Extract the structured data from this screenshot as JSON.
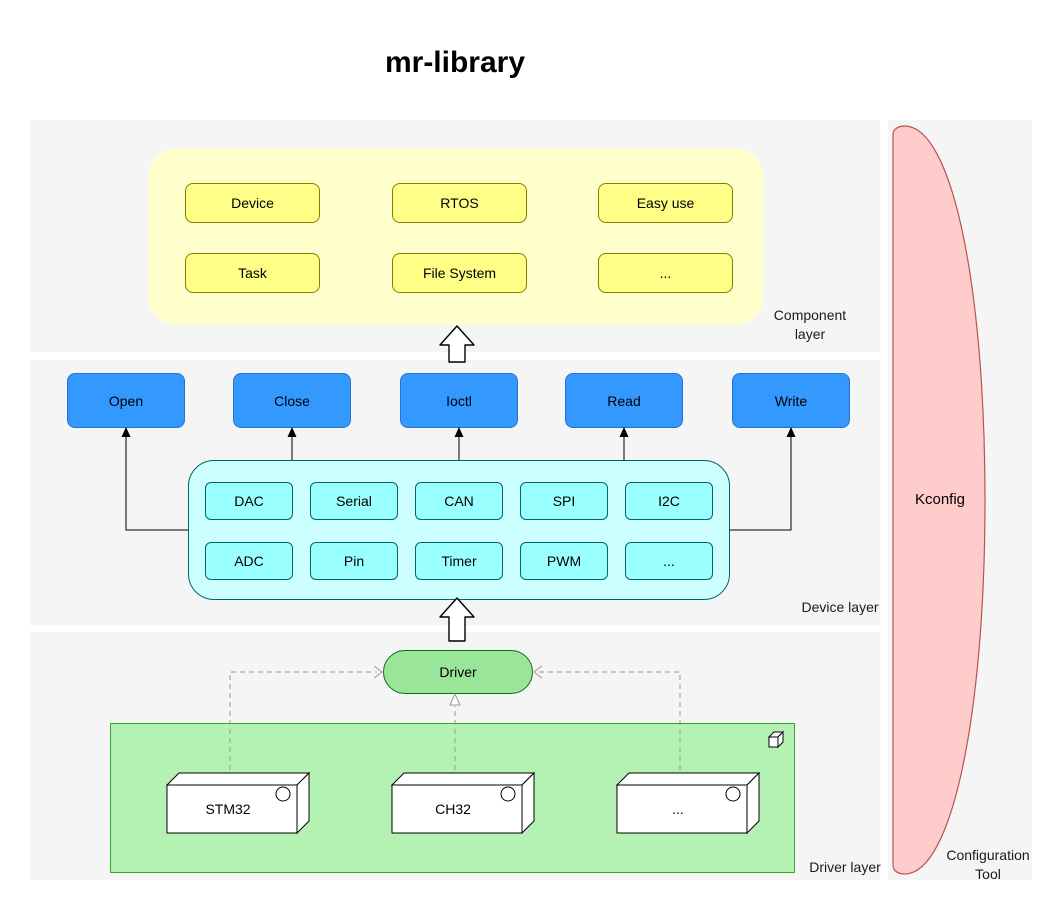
{
  "title": "mr-library",
  "layers": {
    "component": {
      "label": "Component layer",
      "boxes": [
        "Device",
        "RTOS",
        "Easy use",
        "Task",
        "File System",
        "..."
      ]
    },
    "device": {
      "label": "Device layer",
      "operations": [
        "Open",
        "Close",
        "Ioctl",
        "Read",
        "Write"
      ],
      "peripherals": [
        "DAC",
        "Serial",
        "CAN",
        "SPI",
        "I2C",
        "ADC",
        "Pin",
        "Timer",
        "PWM",
        "..."
      ]
    },
    "driver": {
      "label": "Driver layer",
      "node": "Driver",
      "chips": [
        "STM32",
        "CH32",
        "..."
      ]
    }
  },
  "configuration": {
    "shape_label": "Kconfig",
    "caption": "Configuration Tool"
  },
  "colors": {
    "layer_background": "#f5f5f5",
    "component_group_fill": "#ffffcc",
    "component_box_fill": "#ffff88",
    "operation_box_fill": "#3399ff",
    "device_group_fill": "#ccffff",
    "device_box_fill": "#99ffff",
    "driver_node_fill": "#99e699",
    "chip_group_fill": "#b3f2b3",
    "kconfig_fill": "#ffcccc"
  }
}
